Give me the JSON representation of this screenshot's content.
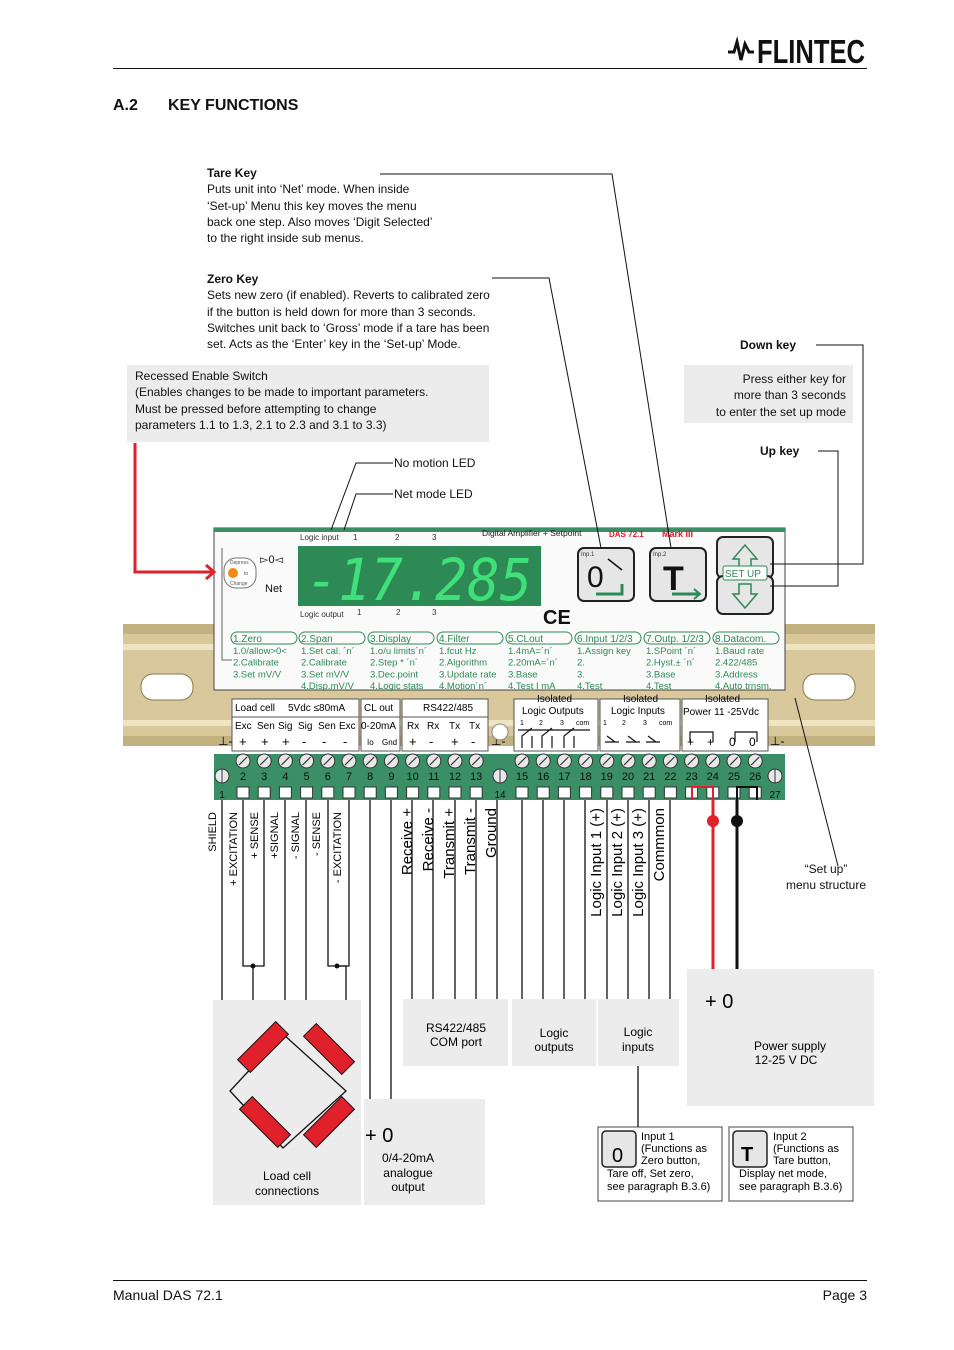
{
  "brand": {
    "name": "FLINTEC"
  },
  "section": {
    "number": "A.2",
    "title": "KEY FUNCTIONS"
  },
  "callouts": {
    "tare_key": {
      "title": "Tare Key",
      "lines": [
        "Puts unit into ‘Net’ mode. When inside",
        "‘Set-up’ Menu this key moves the menu",
        "back one step. Also moves ‘Digit Selected’",
        "to the right inside sub menus."
      ]
    },
    "zero_key": {
      "title": "Zero Key",
      "lines": [
        "Sets new zero (if enabled). Reverts to calibrated zero",
        "if the button is held down for more than 3 seconds.",
        "Switches unit back to ‘Gross’ mode if a tare has been",
        "set. Acts as the ‘Enter’ key in the ‘Set-up’ Mode."
      ]
    },
    "recessed_switch": {
      "lines": [
        "Recessed Enable Switch",
        "(Enables changes to be made to important parameters.",
        "Must be pressed before attempting to change",
        "parameters 1.1 to 1.3, 2.1 to 2.3 and 3.1 to 3.3)"
      ]
    },
    "down_key": "Down key",
    "up_key": "Up key",
    "setup_hint": [
      "Press either key for",
      "more than 3 seconds",
      "to enter the set up mode"
    ],
    "no_motion_led": "No motion LED",
    "net_mode_led": "Net mode LED",
    "setup_menu": [
      "“Set up”",
      "menu structure"
    ]
  },
  "device": {
    "logic_input_label": "Logic input",
    "logic_output_label": "Logic output",
    "led_numbers": [
      "1",
      "2",
      "3"
    ],
    "model_text": "Digital Amplifier + Setpoint",
    "model_name": "DAS 72.1",
    "mark": "Mark III",
    "display_value": "-17.285",
    "zero_indicator": "▻0◅",
    "net_label": "Net",
    "enable_switch_label": [
      "Depress",
      "to",
      "Change"
    ],
    "ce_mark": "CE",
    "inp1_label": "Inp.1",
    "inp2_label": "Inp.2",
    "zero_key_symbol": "0",
    "tare_key_symbol": "T",
    "setup_button_label": "SET UP",
    "menu_columns": [
      {
        "header": "1.Zero",
        "items": [
          "1.0/allow>0<",
          "2.Calibrate",
          "3.Set mV/V"
        ]
      },
      {
        "header": "2.Span",
        "items": [
          "1.Set cal. ´n´",
          "2.Calibrate",
          "3.Set mV/V",
          "4.Disp.mV/V"
        ]
      },
      {
        "header": "3.Display",
        "items": [
          "1.o/u limits´n´",
          "2.Step * ´n´",
          "3.Dec.point",
          "4.Logic stats"
        ]
      },
      {
        "header": "4.Filter",
        "items": [
          "1.fcut Hz",
          "2.Algorithm",
          "3.Update rate",
          "4.Motion´n´"
        ]
      },
      {
        "header": "5.CLout",
        "items": [
          "1.4mA=´n´",
          "2.20mA=´n´",
          "3.Base",
          "4.Test I mA"
        ]
      },
      {
        "header": "6.Input 1/2/3",
        "items": [
          "1.Assign key",
          "2.",
          "3.",
          "4.Test"
        ]
      },
      {
        "header": "7.Outp. 1/2/3",
        "items": [
          "1.SPoint ´n´",
          "2.Hyst.± ´n´",
          "3.Base",
          "4.Test"
        ]
      },
      {
        "header": "8.Datacom.",
        "items": [
          "1.Baud rate",
          "2.422/485",
          "3.Address",
          "4.Auto trnsm."
        ]
      }
    ],
    "terminal_groups": {
      "load_cell": "Load cell",
      "load_cell_spec": "5Vdc ≤80mA",
      "load_cell_pins": [
        "Exc",
        "Sen",
        "Sig",
        "Sig",
        "Sen",
        "Exc"
      ],
      "load_cell_signs": [
        "+",
        "+",
        "+",
        "-",
        "-",
        "-"
      ],
      "cl_out": "CL out",
      "cl_out_range": "0-20mA",
      "cl_out_pins": [
        "Io",
        "Gnd"
      ],
      "rs": "RS422/485",
      "rs_pins": [
        "Rx",
        "Rx",
        "Tx",
        "Tx"
      ],
      "rs_signs": [
        "+",
        "-",
        "+",
        "-"
      ],
      "isolated": "Isolated",
      "logic_outputs": "Logic Outputs",
      "logic_inputs": "Logic Inputs",
      "power": "Power 11 -25Vdc",
      "sub_numbers": [
        "1",
        "2",
        "3",
        "com"
      ],
      "power_signs": [
        "+",
        "+",
        "0",
        "0"
      ]
    },
    "terminals_top": [
      "2",
      "3",
      "4",
      "5",
      "6",
      "7",
      "8",
      "9",
      "10",
      "11",
      "12",
      "13",
      "15",
      "16",
      "17",
      "18",
      "19",
      "20",
      "21",
      "22",
      "23",
      "24",
      "25",
      "26"
    ],
    "terminals_bottom": [
      "1",
      "14",
      "27"
    ]
  },
  "wires": {
    "labels": [
      "SHIELD",
      "+ EXCITATION",
      "+ SENSE",
      "+SIGNAL",
      "- SIGNAL",
      "- SENSE",
      "- EXCITATION",
      "Receive +",
      "Receive -",
      "Transmit +",
      "Transmit -",
      "Ground",
      "Logic Input 1 (+)",
      "Logic Input 2 (+)",
      "Logic Input 3 (+)",
      "Commmon"
    ]
  },
  "boxes": {
    "load_cell": [
      "Load cell",
      "connections"
    ],
    "analog": {
      "signs": "+ 0",
      "lines": [
        "0/4-20mA",
        "analogue",
        "output"
      ]
    },
    "rs": [
      "RS422/485",
      "COM port"
    ],
    "logic_out": [
      "Logic",
      "outputs"
    ],
    "logic_in": [
      "Logic",
      "inputs"
    ],
    "power": {
      "signs": "+ 0",
      "lines": [
        "Power supply",
        "12-25 V DC"
      ]
    },
    "input1": [
      "Input 1",
      "(Functions as",
      "Zero button,",
      "Tare off, Set zero,",
      "see paragraph B.3.6)"
    ],
    "input2": [
      "Input 2",
      "(Functions as",
      "Tare button,",
      "Display net mode,",
      "see paragraph B.3.6)"
    ]
  },
  "footer": {
    "manual": "Manual DAS 72.1",
    "page": "Page 3"
  },
  "colors": {
    "display_bg": "#2d8a54",
    "display_digits": "#3fe07a",
    "terminal_strip": "#3a8f66",
    "menu_green": "#2f8a55",
    "red_wire": "#e0202a",
    "rail": "#d7c79a"
  }
}
